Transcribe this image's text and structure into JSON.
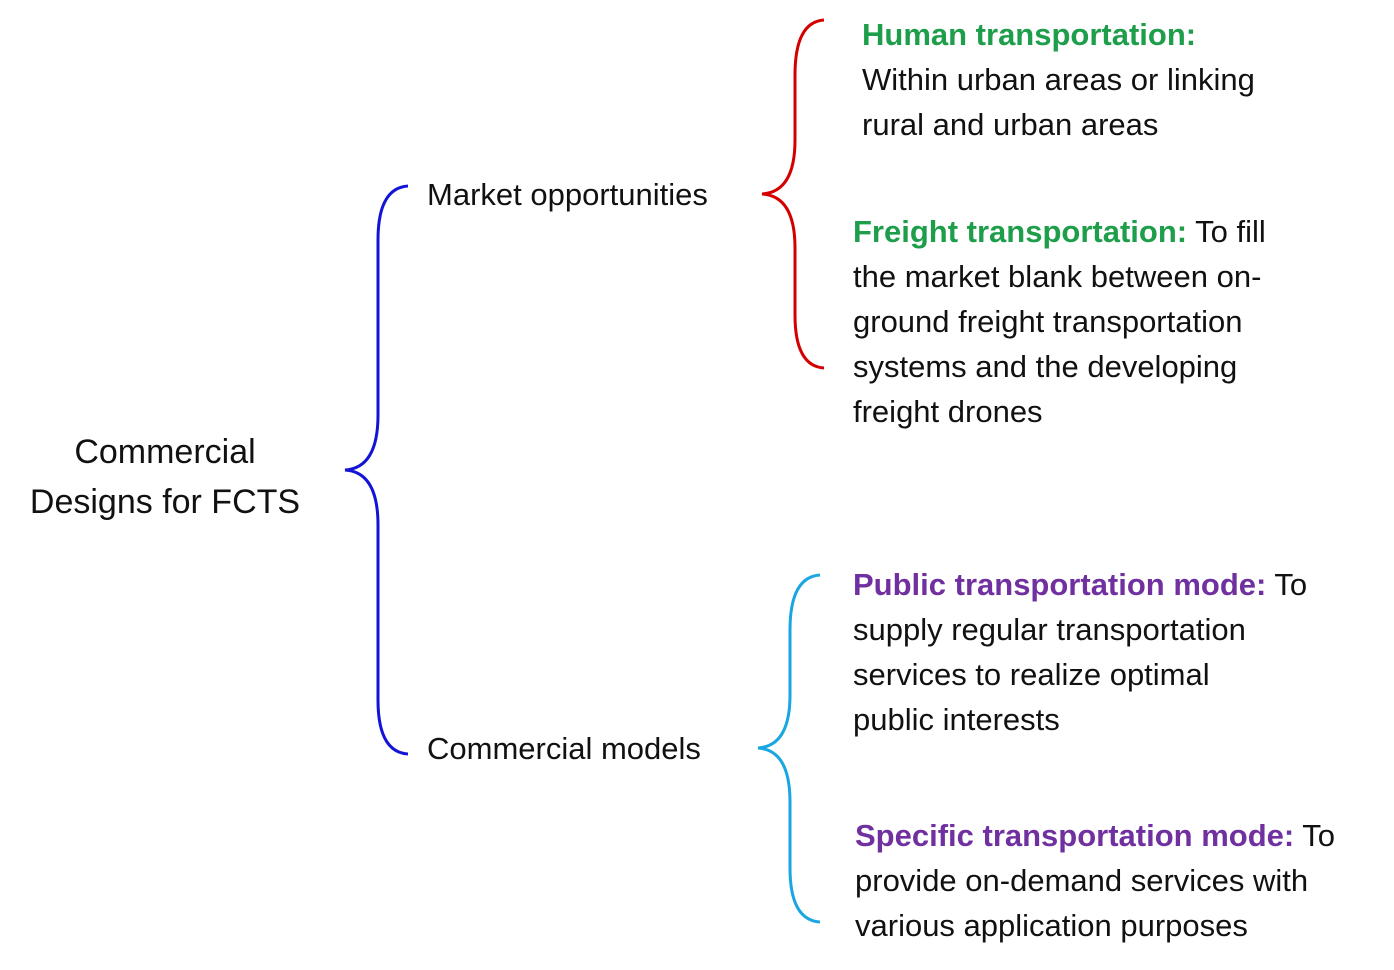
{
  "colors": {
    "root_brace": "#1414d6",
    "market_brace": "#d40000",
    "commercial_brace": "#1aa6e0",
    "market_label": "#1e9e4a",
    "commercial_label": "#7030a0",
    "text": "#111111"
  },
  "root": {
    "lines": [
      "Commercial",
      "Designs for FCTS"
    ]
  },
  "branches": {
    "market": {
      "label": "Market opportunities",
      "items": [
        {
          "label": "Human transportation:",
          "lines": [
            "",
            "Within urban areas or linking",
            "rural and urban areas"
          ]
        },
        {
          "label": "Freight transportation:",
          "lines": [
            " To fill",
            "the market blank between on-",
            "ground freight transportation",
            "systems and the developing",
            "freight drones"
          ]
        }
      ]
    },
    "commercial": {
      "label": "Commercial models",
      "items": [
        {
          "label": "Public transportation mode:",
          "lines": [
            " To",
            "supply regular transportation",
            "services to realize optimal",
            "public interests"
          ]
        },
        {
          "label": "Specific transportation mode:",
          "lines": [
            " To",
            "provide on-demand services with",
            "various application purposes"
          ]
        }
      ]
    }
  }
}
